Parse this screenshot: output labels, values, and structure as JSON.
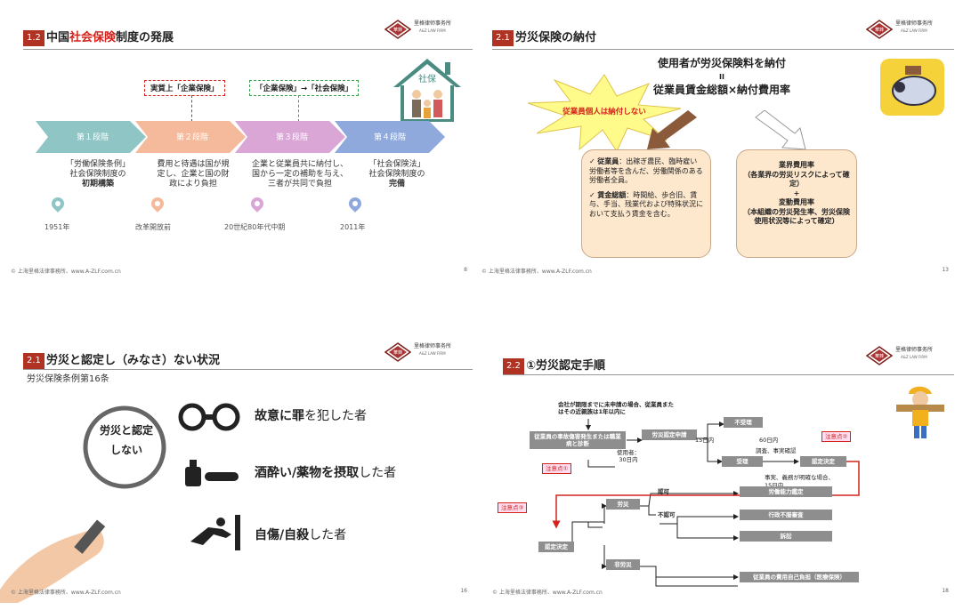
{
  "brand": {
    "seal_text": "華鋒",
    "cn_name": "里格律师事务所",
    "en_name": "A&Z LAW FIRM"
  },
  "footer_text": "© 上海里格法律事務所、www.A-ZLF.com.cn",
  "slide1": {
    "num": "1.2",
    "title_pre": "中国",
    "title_red": "社会保険",
    "title_post": "制度の発展",
    "page": "8",
    "house_sign": "社保",
    "callouts": [
      "実質上「企業保険」",
      "「企業保険」→「社会保険」"
    ],
    "stages": [
      "第１段階",
      "第２段階",
      "第３段階",
      "第４段階"
    ],
    "desc": [
      {
        "lines": [
          "「労働保険条例」",
          "社会保険制度の"
        ],
        "bold": "初期構築"
      },
      {
        "lines": [
          "費用と待遇は国が規",
          "定し、企業と国の財",
          "政により負担"
        ],
        "bold": ""
      },
      {
        "lines": [
          "企業と従業員共に納付し、",
          "国から一定の補助を与え、",
          "三者が共同で負担"
        ],
        "bold": ""
      },
      {
        "lines": [
          "「社会保険法」",
          "社会保険制度の"
        ],
        "bold": "完備"
      }
    ],
    "years": [
      "1951年",
      "改革開放前",
      "20世紀80年代中期",
      "2011年"
    ],
    "colors": [
      "#8fc5c4",
      "#f5b99b",
      "#d9a6d6",
      "#8fa9dd"
    ]
  },
  "slide2": {
    "num": "2.1",
    "title": "労災保険の納付",
    "page": "13",
    "heading1": "使用者が労災保険料を納付",
    "eq": "II",
    "heading2": "従業員賃金総額×納付費用率",
    "burst": "従業員個人は納付しない",
    "left_box": [
      {
        "b": "従業員",
        "t": "：出稼ぎ農民、臨時雇い労働者等を含んだ、労働関係のある労働者全員。"
      },
      {
        "b": "賃金総額",
        "t": "：時間給、歩合旧、賃与、手当、残業代および特殊状況において支払う賃金を含む。"
      }
    ],
    "right_box": [
      "業界費用率",
      "（各業界の労災リスクによって確定）",
      "+",
      "変動費用率",
      "（本組織の労災発生率、労災保険使用状況等によって確定）"
    ]
  },
  "slide3": {
    "num": "2.1",
    "title": "労災と認定し（みなさ）ない状況",
    "page": "16",
    "subtitle": "労災保険条例第16条",
    "lens_text": "労災と認定しない",
    "items": [
      {
        "b": "故意に罪",
        "t": "を犯した者"
      },
      {
        "b": "酒酔い/薬物を摂取",
        "t": "した者"
      },
      {
        "b": "自傷/自殺",
        "t": "した者"
      }
    ]
  },
  "slide4": {
    "num": "2.2",
    "title": "①労災認定手順",
    "page": "18",
    "top_note": "会社が期限までに未申請の場合、従業員またはその近親族は1年以内に",
    "boxes": {
      "diag": "従業員の事故傷害発生または職業病と診断",
      "apply": "労災認定申請",
      "reject": "不受理",
      "accept": "受理",
      "decide": "認定決定",
      "decide2": "認定決定",
      "rousai": "労災",
      "hirousai": "非労災",
      "ability": "労働能力鑑定",
      "admin": "行政不服審査",
      "suit": "訴訟",
      "self": "従業員の費用自己負担（医療保険）"
    },
    "notes": [
      "注意点①",
      "注意点②",
      "注意点③"
    ],
    "labels": {
      "employer": "使用者：",
      "days30": "30日内",
      "days15": "15日内",
      "days60": "60日内",
      "investigate": "調査、事実確認",
      "clear": "事実、義務が明確な場合、",
      "days15b": "15日内",
      "approve": "認可",
      "disapprove": "不認可"
    }
  }
}
